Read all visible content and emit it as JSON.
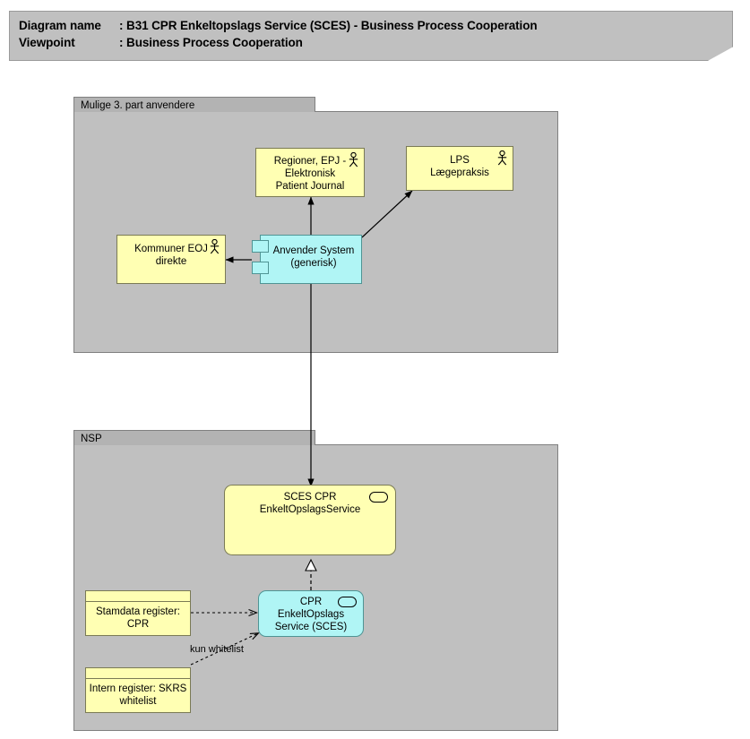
{
  "header": {
    "name_key": "Diagram name",
    "name_sep": ": ",
    "name_value": "B31 CPR Enkeltopslags Service (SCES) - Business Process Cooperation",
    "viewpoint_key": "Viewpoint",
    "viewpoint_sep": ": ",
    "viewpoint_value": "Business Process Cooperation"
  },
  "groups": [
    {
      "id": "third-party",
      "label": "Mulige 3. part anvendere"
    },
    {
      "id": "nsp",
      "label": "NSP"
    }
  ],
  "nodes": [
    {
      "id": "regioner-epj",
      "label": "Regioner, EPJ -\nElektronisk\nPatient Journal",
      "type": "business-actor",
      "color": "#ffffb3",
      "icon": "actor-icon"
    },
    {
      "id": "lps-laegepraksis",
      "label": "LPS\nLægepraksis",
      "type": "business-actor",
      "color": "#ffffb3",
      "icon": "actor-icon"
    },
    {
      "id": "kommuner-eoj",
      "label": "Kommuner EOJ\ndirekte",
      "type": "business-actor",
      "color": "#ffffb3",
      "icon": "actor-icon"
    },
    {
      "id": "anvender-system",
      "label": "Anvender System\n(generisk)",
      "type": "application-component",
      "color": "#b0f5f5",
      "icon": "component-icon"
    },
    {
      "id": "sces-cpr",
      "label": "SCES CPR\nEnkeltOpslagsService",
      "type": "business-service",
      "color": "#ffffb3",
      "icon": "service-oval-icon"
    },
    {
      "id": "cpr-enkeltopslags",
      "label": "CPR\nEnkeltOpslags\nService (SCES)",
      "type": "application-service",
      "color": "#b0f5f5",
      "icon": "service-oval-icon"
    },
    {
      "id": "stamdata-register",
      "label": "Stamdata register:\nCPR",
      "type": "data-object",
      "color": "#ffffb3",
      "icon": "data-object-icon"
    },
    {
      "id": "intern-register",
      "label": "Intern register: SKRS\nwhitelist",
      "type": "data-object",
      "color": "#ffffb3",
      "icon": "data-object-icon"
    }
  ],
  "connectors": [
    {
      "id": "anvender-to-regioner",
      "style": "solid-arrow",
      "label": ""
    },
    {
      "id": "anvender-to-lps",
      "style": "solid-arrow",
      "label": ""
    },
    {
      "id": "anvender-to-kommuner",
      "style": "solid-arrow",
      "label": ""
    },
    {
      "id": "anvender-to-sces",
      "style": "solid-arrow",
      "label": ""
    },
    {
      "id": "cpr-realizes-sces",
      "style": "dashed-hollow-triangle",
      "label": ""
    },
    {
      "id": "stamdata-to-cpr",
      "style": "dashed-arrow",
      "label": ""
    },
    {
      "id": "intern-to-cpr",
      "style": "dashed-arrow",
      "label": "kun whitelist"
    }
  ],
  "connector_labels": {
    "kun_whitelist": "kun whitelist"
  }
}
